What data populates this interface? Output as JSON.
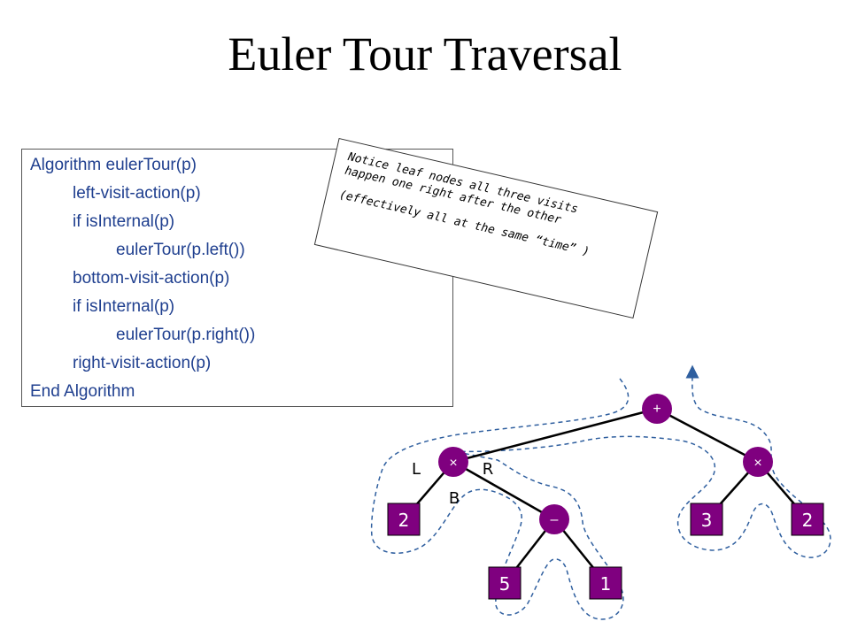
{
  "title": "Euler Tour Traversal",
  "algorithm": {
    "lines": [
      "Algorithm eulerTour(p)",
      "left-visit-action(p)",
      "if isInternal(p)",
      "eulerTour(p.left())",
      "bottom-visit-action(p)",
      "if isInternal(p)",
      "eulerTour(p.right())",
      "right-visit-action(p)",
      "End Algorithm"
    ]
  },
  "note": {
    "line1": "Notice leaf nodes all three visits",
    "line2": "happen one right after the other",
    "line3": "(effectively all at the same “time” )"
  },
  "tree": {
    "root": "+",
    "left_op": "×",
    "right_op": "×",
    "minus_op": "–",
    "leaves": [
      "2",
      "5",
      "1",
      "3",
      "2"
    ],
    "visit_labels": {
      "left": "L",
      "bottom": "B",
      "right": "R"
    }
  },
  "colors": {
    "node_fill": "#7f007f",
    "node_text": "#ffffff",
    "path": "#2f5f9f",
    "code_text": "#1f3f8f"
  }
}
